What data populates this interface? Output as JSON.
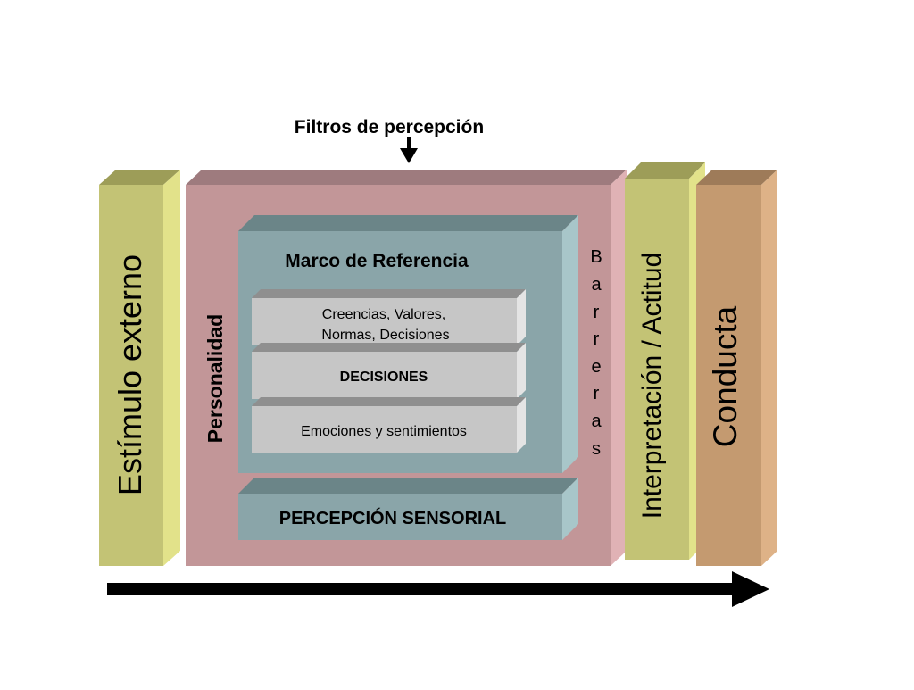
{
  "title": "Filtros de percepción",
  "blocks": {
    "estimulo": "Estímulo externo",
    "personalidad": "Personalidad",
    "marco": "Marco de Referencia",
    "creencias_line1": "Creencias, Valores,",
    "creencias_line2": "Normas, Decisiones",
    "decisiones": "DECISIONES",
    "emociones": "Emociones y sentimientos",
    "percepcion": "PERCEPCIÓN SENSORIAL",
    "barreras_letters": [
      "B",
      "a",
      "r",
      "r",
      "e",
      "r",
      "a",
      "s"
    ],
    "interpretacion": "Interpretación / Actitud",
    "conducta": "Conducta"
  },
  "colors": {
    "estimulo_front": "#c3c375",
    "estimulo_top": "#9d9d58",
    "estimulo_side": "#e2e28a",
    "personalidad_front": "#c29698",
    "personalidad_top": "#9e7b7e",
    "personalidad_side": "#e0b2b5",
    "marco_front": "#8aa5a9",
    "marco_top": "#6b8588",
    "marco_side": "#a8c6c9",
    "card_front": "#c6c6c6",
    "card_top": "#8f8f8f",
    "card_side": "#e4e4e4",
    "interpretacion_front": "#c3c375",
    "conducta_front": "#c49a70",
    "conducta_top": "#9e7b59",
    "conducta_side": "#deb287",
    "arrow": "#000000"
  }
}
